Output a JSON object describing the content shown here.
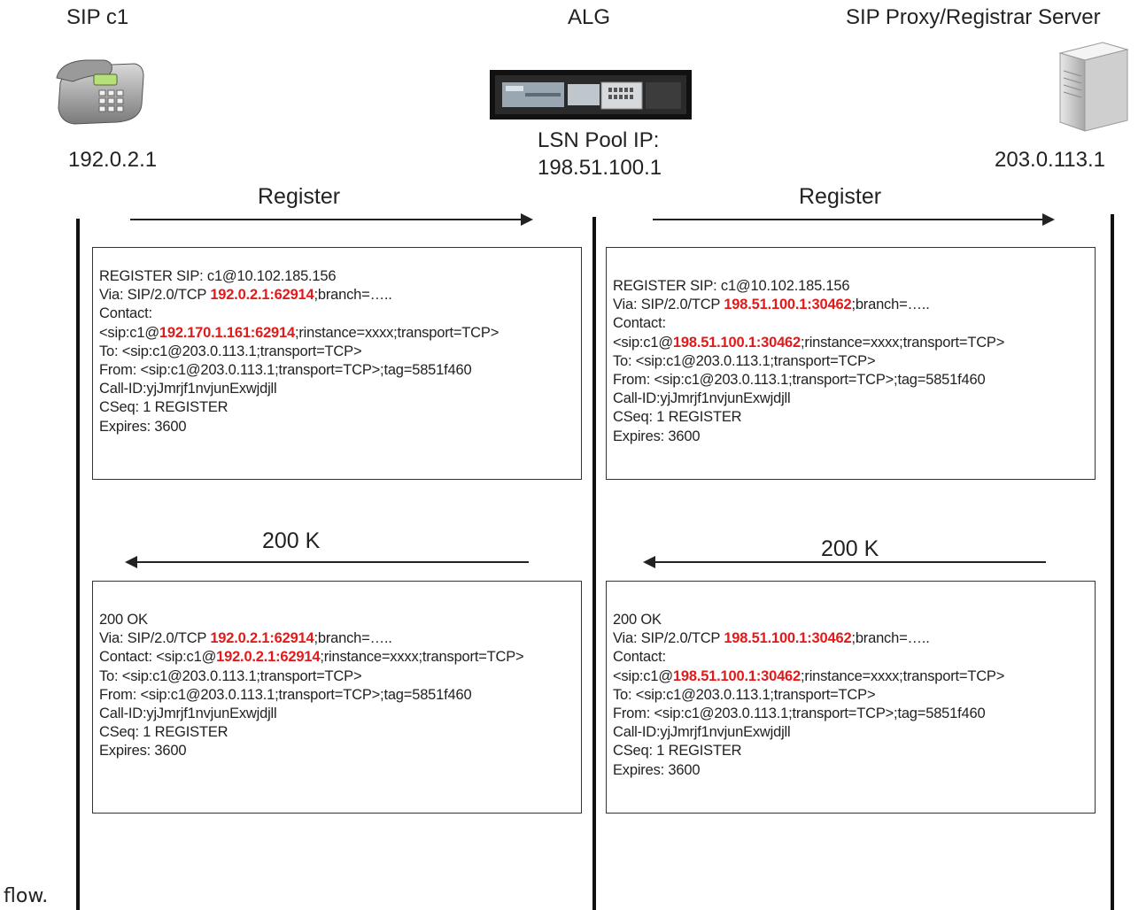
{
  "entities": {
    "client": {
      "name": "SIP c1",
      "ip": "192.0.2.1",
      "icon": "phone-icon"
    },
    "alg": {
      "name": "ALG",
      "ip_label": "LSN Pool IP:",
      "ip": "198.51.100.1",
      "icon": "appliance-icon"
    },
    "server": {
      "name": "SIP Proxy/Registrar Server",
      "ip": "203.0.113.1",
      "icon": "server-icon"
    }
  },
  "messages": {
    "register_1": "Register",
    "register_2": "Register",
    "ok_1": "200 K",
    "ok_2": "200 K"
  },
  "boxes": [
    {
      "lines": [
        [
          {
            "t": "REGISTER SIP: c1@10.102.185.156"
          }
        ],
        [
          {
            "t": "Via: SIP/2.0/TCP "
          },
          {
            "t": "192.0.2.1:62914",
            "hl": true
          },
          {
            "t": ";branch=….."
          }
        ],
        [
          {
            "t": "Contact:"
          }
        ],
        [
          {
            "t": "<sip:c1@"
          },
          {
            "t": "192.170.1.161:62914",
            "hl": true
          },
          {
            "t": ";rinstance=xxxx;transport=TCP>"
          }
        ],
        [
          {
            "t": "To: <sip:c1@203.0.113.1;transport=TCP>"
          }
        ],
        [
          {
            "t": "From: <sip:c1@203.0.113.1;transport=TCP>;tag=5851f460"
          }
        ],
        [
          {
            "t": "Call-ID:yjJmrjf1nvjunExwjdjll"
          }
        ],
        [
          {
            "t": "CSeq: 1 REGISTER"
          }
        ],
        [
          {
            "t": "Expires: 3600"
          }
        ]
      ]
    },
    {
      "lines": [
        [
          {
            "t": "REGISTER SIP: c1@10.102.185.156"
          }
        ],
        [
          {
            "t": "Via: SIP/2.0/TCP "
          },
          {
            "t": "198.51.100.1:30462",
            "hl": true
          },
          {
            "t": ";branch=….."
          }
        ],
        [
          {
            "t": "Contact:"
          }
        ],
        [
          {
            "t": "<sip:c1@"
          },
          {
            "t": "198.51.100.1:30462",
            "hl": true
          },
          {
            "t": ";rinstance=xxxx;transport=TCP>"
          }
        ],
        [
          {
            "t": "To: <sip:c1@203.0.113.1;transport=TCP>"
          }
        ],
        [
          {
            "t": "From: <sip:c1@203.0.113.1;transport=TCP>;tag=5851f460"
          }
        ],
        [
          {
            "t": "Call-ID:yjJmrjf1nvjunExwjdjll"
          }
        ],
        [
          {
            "t": "CSeq: 1 REGISTER"
          }
        ],
        [
          {
            "t": "Expires: 3600"
          }
        ]
      ]
    },
    {
      "lines": [
        [
          {
            "t": "200 OK"
          }
        ],
        [
          {
            "t": "Via: SIP/2.0/TCP "
          },
          {
            "t": "192.0.2.1:62914",
            "hl": true
          },
          {
            "t": ";branch=….."
          }
        ],
        [
          {
            "t": "Contact: <sip:c1@"
          },
          {
            "t": "192.0.2.1:62914",
            "hl": true
          },
          {
            "t": ";rinstance=xxxx;transport=TCP>"
          }
        ],
        [
          {
            "t": "To: <sip:c1@203.0.113.1;transport=TCP>"
          }
        ],
        [
          {
            "t": "From: <sip:c1@203.0.113.1;transport=TCP>;tag=5851f460"
          }
        ],
        [
          {
            "t": "Call-ID:yjJmrjf1nvjunExwjdjll"
          }
        ],
        [
          {
            "t": "CSeq: 1 REGISTER"
          }
        ],
        [
          {
            "t": "Expires: 3600"
          }
        ]
      ]
    },
    {
      "lines": [
        [
          {
            "t": "200 OK"
          }
        ],
        [
          {
            "t": "Via: SIP/2.0/TCP "
          },
          {
            "t": "198.51.100.1:30462",
            "hl": true
          },
          {
            "t": ";branch=….."
          }
        ],
        [
          {
            "t": "Contact:"
          }
        ],
        [
          {
            "t": "<sip:c1@"
          },
          {
            "t": "198.51.100.1:30462",
            "hl": true
          },
          {
            "t": ";rinstance=xxxx;transport=TCP>"
          }
        ],
        [
          {
            "t": "To: <sip:c1@203.0.113.1;transport=TCP>"
          }
        ],
        [
          {
            "t": "From: <sip:c1@203.0.113.1;transport=TCP>;tag=5851f460"
          }
        ],
        [
          {
            "t": "Call-ID:yjJmrjf1nvjunExwjdjll"
          }
        ],
        [
          {
            "t": "CSeq: 1 REGISTER"
          }
        ],
        [
          {
            "t": "Expires: 3600"
          }
        ]
      ]
    }
  ],
  "footer": "flow.",
  "colors": {
    "highlight": "#e11b1b",
    "line": "#111111"
  }
}
